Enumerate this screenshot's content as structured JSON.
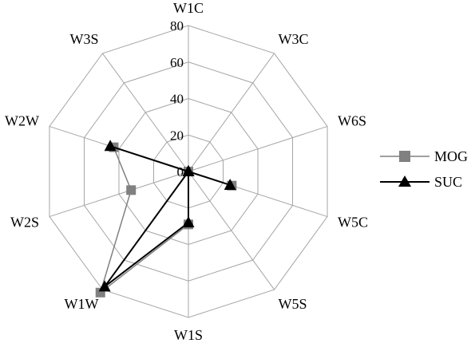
{
  "chart_data": {
    "type": "radar",
    "title": "",
    "categories": [
      "W1C",
      "W3C",
      "W6S",
      "W5C",
      "W5S",
      "W1S",
      "W1W",
      "W2S",
      "W2W",
      "W3S"
    ],
    "rlim": [
      0,
      80
    ],
    "ticks": [
      "0",
      "20",
      "40",
      "60",
      "80"
    ],
    "tick_values": [
      0,
      20,
      40,
      60,
      80
    ],
    "grid": true,
    "legend_position": "right",
    "series": [
      {
        "name": "MOG",
        "color": "#808080",
        "marker": "square",
        "values": [
          0,
          0,
          0,
          25,
          0,
          29,
          82,
          33,
          43,
          0
        ]
      },
      {
        "name": "SUC",
        "color": "#000000",
        "marker": "triangle",
        "values": [
          0,
          0,
          0,
          24,
          0,
          28,
          78,
          0,
          45,
          0
        ]
      }
    ]
  }
}
